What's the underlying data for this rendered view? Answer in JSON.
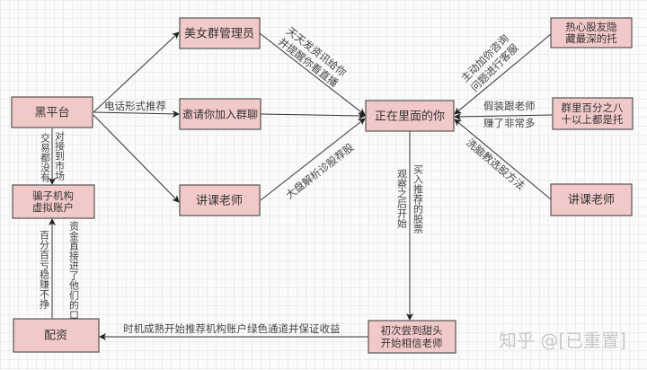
{
  "nodes": {
    "black_platform": "黑平台",
    "beauty_admin": "美女群管理员",
    "invite_group": "邀请你加入群聊",
    "lecturer_left": "讲课老师",
    "you_inside": "正在里面的你",
    "shill_friend": [
      "热心股友隐",
      "藏最深的托"
    ],
    "group_shills": [
      "群里百分之八",
      "十以上都是托"
    ],
    "lecturer_right": "讲课老师",
    "fraud_account": [
      "骗子机构",
      "虚拟账户"
    ],
    "margin_funding": "配资",
    "first_taste": [
      "初次尝到甜头",
      "开始相信老师"
    ]
  },
  "edges": {
    "phone_recommend": "电话形式推荐",
    "daily_news": [
      "天天发资讯给你",
      "并提醒你看直播"
    ],
    "market_analysis": "大盘解析诊股荐股",
    "active_add": [
      "主动加你咨询",
      "问题进行客服"
    ],
    "pretend_earn": [
      "假装跟老师",
      "赚了非常多"
    ],
    "brainwash": "洗脑教选股方法",
    "buy_observe": [
      "买入推荐的股票",
      "观察之后开始"
    ],
    "no_market": [
      "对接到市场",
      "交易都没有"
    ],
    "funds_pocket": "资金直接进了他们的口袋",
    "sure_loss": "百分百亏稳赚不挣",
    "green_channel": "时机成熟开始推荐机构账户绿色通道并保证收益"
  },
  "watermark": "知乎 @[已重置]"
}
